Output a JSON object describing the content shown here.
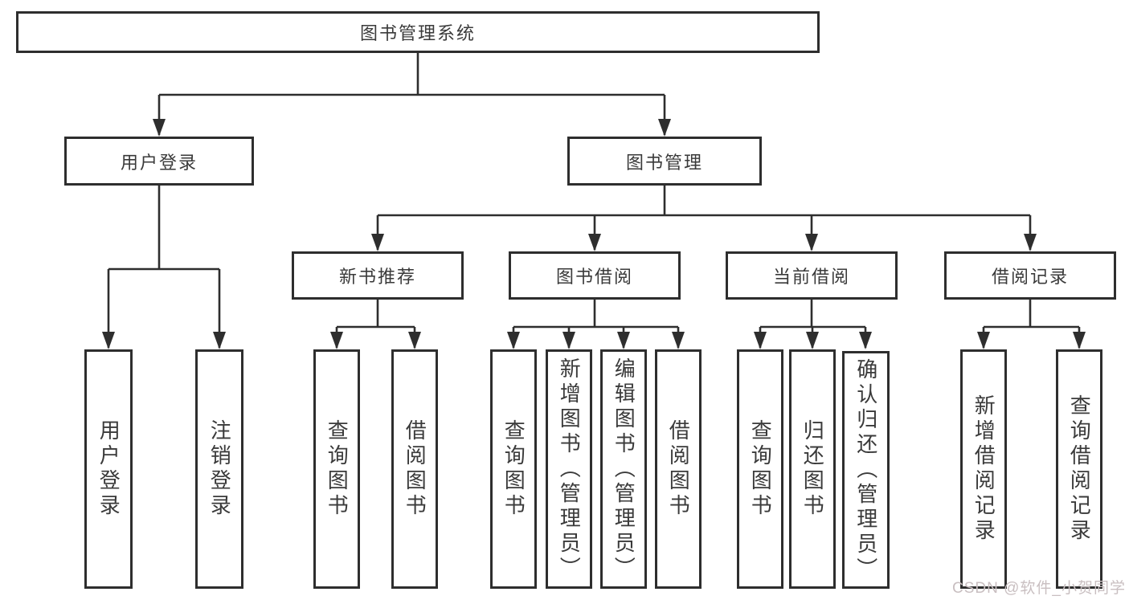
{
  "tree": {
    "label": "图书管理系统",
    "children": [
      {
        "label": "用户登录",
        "children": [
          {
            "label": "用户登录"
          },
          {
            "label": "注销登录"
          }
        ]
      },
      {
        "label": "图书管理",
        "children": [
          {
            "label": "新书推荐",
            "children": [
              {
                "label": "查询图书"
              },
              {
                "label": "借阅图书"
              }
            ]
          },
          {
            "label": "图书借阅",
            "children": [
              {
                "label": "查询图书"
              },
              {
                "label": "新增图书（管理员）"
              },
              {
                "label": "编辑图书（管理员）"
              },
              {
                "label": "借阅图书"
              }
            ]
          },
          {
            "label": "当前借阅",
            "children": [
              {
                "label": "查询图书"
              },
              {
                "label": "归还图书"
              },
              {
                "label": "确认归还（管理员）"
              }
            ]
          },
          {
            "label": "借阅记录",
            "children": [
              {
                "label": "新增借阅记录"
              },
              {
                "label": "查询借阅记录"
              }
            ]
          }
        ]
      }
    ]
  },
  "watermark": "CSDN @软件_小贺同学",
  "colors": {
    "line": "#2e2e2e",
    "text": "#3a3a3a",
    "box_bg": "#ffffff",
    "bg": "#ffffff",
    "watermark": "#c9bfc1"
  }
}
